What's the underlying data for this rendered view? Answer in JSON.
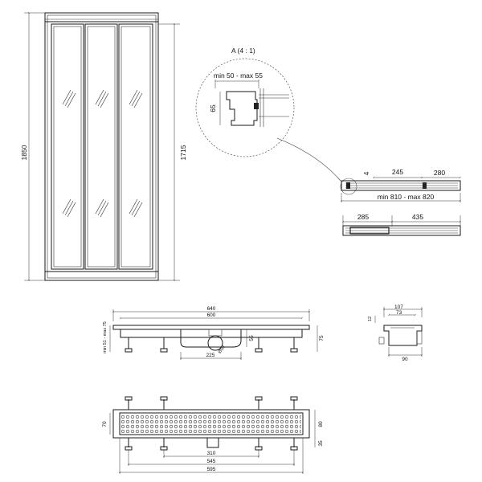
{
  "door_front": {
    "height_total": "1850",
    "height_door": "1715"
  },
  "detail_a": {
    "title": "A (4 : 1)",
    "gap_range": "min 50 - max 55",
    "depth": "65"
  },
  "top_section": {
    "offset": "4",
    "panel_a": "245",
    "panel_b": "280",
    "width_range": "min 810 - max 820"
  },
  "open_section": {
    "left": "285",
    "right": "435"
  },
  "drain_side": {
    "overall": "640",
    "inner": "600",
    "leg_range": "min 51 - max 75",
    "right_height": "75",
    "pipe_height": "55",
    "outlet_pos": "225",
    "outlet_dia": "Ø50"
  },
  "drain_section": {
    "top_outer": "107",
    "top_inner": "73",
    "flange": "12",
    "bottom": "90"
  },
  "drain_plan": {
    "left_height": "70",
    "right_height": "80",
    "outlet_drop": "35",
    "dim_310": "310",
    "dim_545": "545",
    "dim_595": "595"
  }
}
